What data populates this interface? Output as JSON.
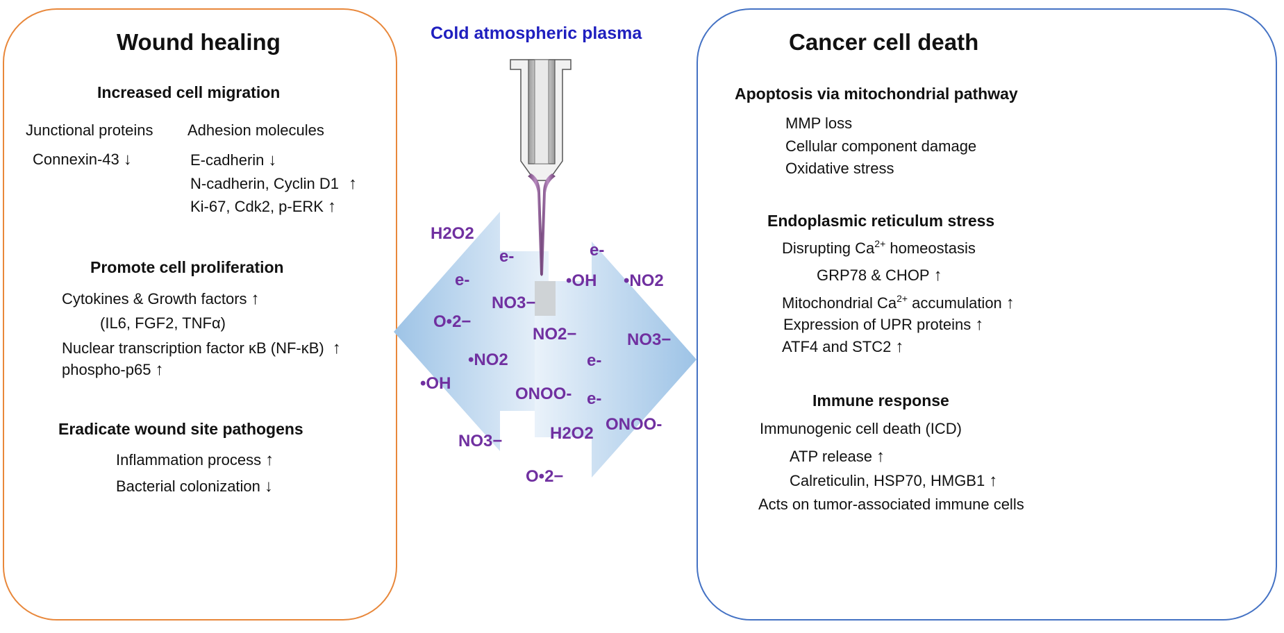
{
  "colors": {
    "left_border": "#E8873A",
    "right_border": "#4472C4",
    "center_title": "#1F1FBF",
    "species": "#7030A0",
    "arrow_light": "#EAF2FA",
    "arrow_dark": "#9DC3E6"
  },
  "center": {
    "title": "Cold atmospheric plasma",
    "species": {
      "h2o2_1": "H2O2",
      "e1": "e-",
      "e2": "e-",
      "e3": "e-",
      "oh1": "•OH",
      "no2_1": "•NO2",
      "no3_1": "NO3−",
      "o2_1": "O•2−",
      "no2_ion": "NO2−",
      "no3_2": "NO3−",
      "e4": "e-",
      "no2_2": "•NO2",
      "oh2": "•OH",
      "onoo1": "ONOO-",
      "e5": "e-",
      "onoo2": "ONOO-",
      "no3_3": "NO3−",
      "h2o2_2": "H2O2",
      "o2_2": "O•2−"
    }
  },
  "left": {
    "title": "Wound healing",
    "migration": {
      "heading": "Increased cell migration",
      "junctional_header": "Junctional proteins",
      "adhesion_header": "Adhesion molecules",
      "connexin": "Connexin-43",
      "ecadherin": "E-cadherin",
      "ncadherin": "N-cadherin, Cyclin D1",
      "ki67": "Ki-67, Cdk2, p-ERK"
    },
    "proliferation": {
      "heading": "Promote cell proliferation",
      "cytokines": "Cytokines & Growth factors",
      "il6": "(IL6, FGF2, TNFα)",
      "nfkb": "Nuclear transcription factor κB (NF-κB)",
      "p65": "phospho-p65"
    },
    "pathogens": {
      "heading": "Eradicate wound site pathogens",
      "inflammation": "Inflammation process",
      "bacterial": "Bacterial colonization"
    }
  },
  "right": {
    "title": "Cancer cell death",
    "apoptosis": {
      "heading": "Apoptosis via mitochondrial pathway",
      "mmp": "MMP loss",
      "cellular": "Cellular component damage",
      "oxidative": "Oxidative stress"
    },
    "er_stress": {
      "heading": "Endoplasmic reticulum stress",
      "disrupting_pre": "Disrupting Ca",
      "disrupting_sup": "2+",
      "disrupting_post": " homeostasis",
      "grp78": "GRP78 & CHOP",
      "mito_pre": "Mitochondrial Ca",
      "mito_sup": "2+",
      "mito_post": " accumulation",
      "upr": "Expression of UPR proteins",
      "atf4": "ATF4 and STC2"
    },
    "immune": {
      "heading": "Immune response",
      "icd": "Immunogenic cell death (ICD)",
      "atp": "ATP release",
      "calreticulin": "Calreticulin, HSP70, HMGB1",
      "acts": "Acts on tumor-associated immune cells"
    }
  },
  "arrows": {
    "up": "↑",
    "down": "↓"
  }
}
